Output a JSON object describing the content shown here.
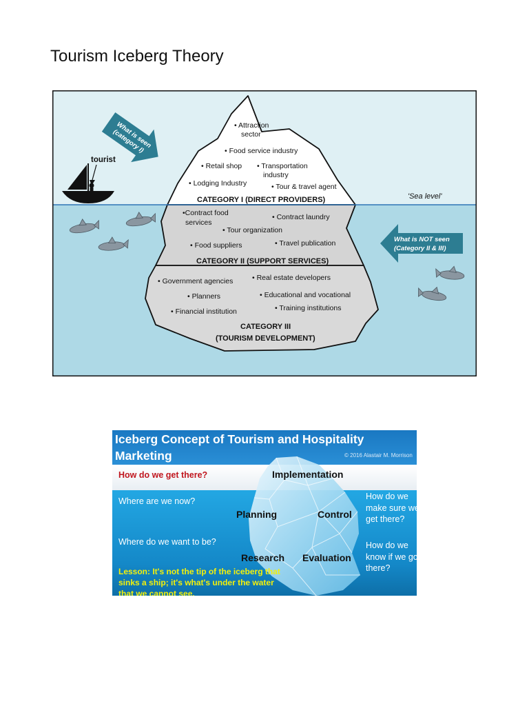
{
  "page_title": "Tourism Iceberg Theory",
  "iceberg": {
    "tourist_label": "tourist",
    "seen_arrow": [
      "What is seen",
      "(category I)"
    ],
    "not_seen_arrow": [
      "What is NOT seen",
      "(Category II & III)"
    ],
    "sea_level": "'Sea level'",
    "cat1": {
      "title": "CATEGORY  I (DIRECT PROVIDERS)",
      "items": [
        "• Attraction",
        "sector",
        "• Food service industry",
        "• Retail shop",
        "• Transportation",
        "industry",
        "• Lodging Industry",
        "• Tour & travel agent"
      ]
    },
    "cat2": {
      "title": "CATEGORY  II (SUPPORT SERVICES)",
      "items": [
        "•Contract food",
        "services",
        "• Contract laundry",
        "• Tour organization",
        "• Food suppliers",
        "• Travel publication"
      ]
    },
    "cat3": {
      "title": "CATEGORY III",
      "subtitle": "(TOURISM DEVELOPMENT)",
      "items": [
        "• Government agencies",
        "• Real estate developers",
        "• Planners",
        "• Educational and vocational",
        "• Training institutions",
        "• Financial institution"
      ]
    },
    "colors": {
      "sky": "#dff0f4",
      "water": "#aed9e6",
      "ice_top": "#ffffff",
      "ice_mid": "#d4d4d4",
      "ice_low": "#d9d9d9",
      "arrow": "#2d7d92"
    }
  },
  "marketing": {
    "title": "Iceberg Concept of Tourism and Hospitality Marketing",
    "copyright": "© 2016 Alastair M. Morrison",
    "q_get_there": "How do we get there?",
    "q_now": "Where are we now?",
    "q_want": "Where do we want to be?",
    "lbl_implementation": "Implementation",
    "lbl_planning": "Planning",
    "lbl_control": "Control",
    "lbl_research": "Research",
    "lbl_evaluation": "Evaluation",
    "q_make_sure": "How do we make sure we get there?",
    "q_know": "How do we know if we got there?",
    "lesson": "Lesson: It's not the tip of the iceberg that sinks a ship; it's what's under the water that we cannot see.",
    "colors": {
      "question_red": "#c0161e",
      "lesson_yellow": "#f4f00a",
      "header_blue": "#1a78c2"
    }
  }
}
